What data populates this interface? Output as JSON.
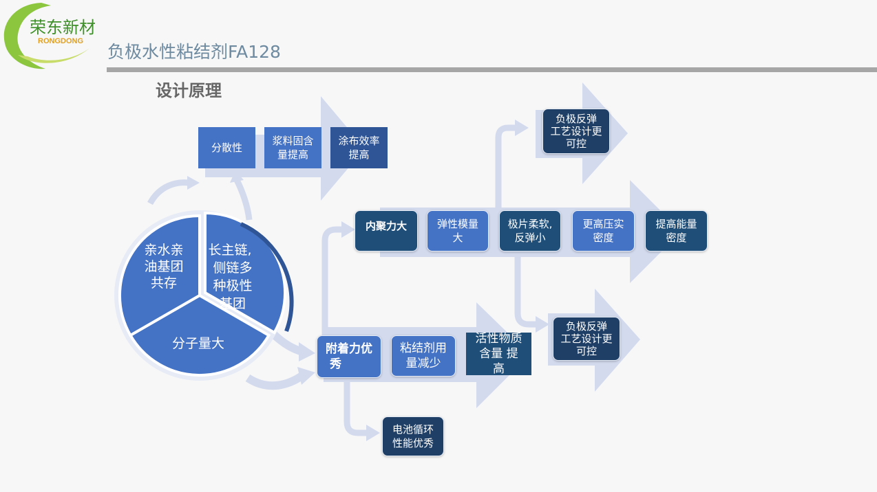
{
  "logo": {
    "cn": "荣东新材",
    "en": "RONGDONG"
  },
  "header": {
    "title": "负极水性粘结剂FA128",
    "subtitle": "设计原理"
  },
  "pie": {
    "slice1": [
      "亲水亲",
      "油基团",
      "共存"
    ],
    "slice2": [
      "长主链,",
      "侧链多",
      "种极性",
      "基团"
    ],
    "slice3": "分子量大"
  },
  "top_row": {
    "b1": "分散性",
    "b2": [
      "浆料固含",
      "量提高"
    ],
    "b3": [
      "涂布效率",
      "提高"
    ]
  },
  "mid_row": {
    "b1": "内聚力大",
    "b2": [
      "弹性模量",
      "大"
    ],
    "b3": [
      "极片柔软,",
      "反弹小"
    ],
    "b4": [
      "更高压实",
      "密度"
    ],
    "b5": [
      "提高能量",
      "密度"
    ]
  },
  "upper_right": [
    "负极反弹",
    "工艺设计更",
    "可控"
  ],
  "bottom_row": {
    "b1": [
      "附着力优",
      "秀"
    ],
    "b2": [
      "粘结剂用",
      "量减少"
    ],
    "b3": [
      "活性物质",
      "含量 提",
      "高"
    ]
  },
  "lower_right": [
    "负极反弹",
    "工艺设计更",
    "可控"
  ],
  "battery": [
    "电池循环",
    "性能优秀"
  ],
  "colors": {
    "mid_blue": "#4472c4",
    "dark_blue": "#1f4e79",
    "arrow": "#d3daee"
  }
}
